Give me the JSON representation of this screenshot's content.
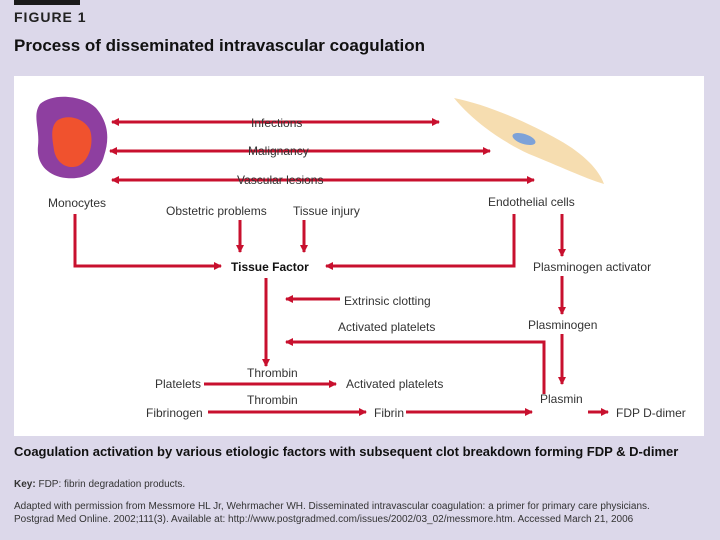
{
  "figure_label": "FIGURE 1",
  "title": "Process of disseminated intravascular coagulation",
  "nodes": {
    "infections": "Infections",
    "malignancy": "Malignancy",
    "vascular_lesions": "Vascular lesions",
    "monocytes": "Monocytes",
    "obstetric_problems": "Obstetric problems",
    "tissue_injury": "Tissue injury",
    "endothelial_cells": "Endothelial cells",
    "tissue_factor": "Tissue Factor",
    "plasminogen_activator": "Plasminogen activator",
    "extrinsic_clotting": "Extrinsic clotting",
    "activated_platelets_1": "Activated platelets",
    "plasminogen": "Plasminogen",
    "thrombin_1": "Thrombin",
    "platelets": "Platelets",
    "activated_platelets_2": "Activated platelets",
    "fibrinogen": "Fibrinogen",
    "thrombin_2": "Thrombin",
    "fibrin": "Fibrin",
    "plasmin": "Plasmin",
    "fdp_d_dimer": "FDP D-dimer"
  },
  "caption": "Coagulation activation by various etiologic factors with subsequent clot breakdown forming FDP & D-dimer",
  "key": {
    "label": "Key:",
    "text": "FDP: fibrin degradation products."
  },
  "citation": {
    "line1": "Adapted with permission from Messmore HL Jr, Wehrmacher WH. Disseminated intravascular coagulation: a primer for primary care physicians.",
    "line2": "Postgrad Med Online. 2002;111(3). Available at: http://www.postgradmed.com/issues/2002/03_02/messmore.htm. Accessed March 21, 2006"
  },
  "colors": {
    "arrow": "#c8102e",
    "background": "#dcd8ea",
    "panel": "#ffffff",
    "monocyte_outer": "#8e3fa0",
    "monocyte_inner": "#f0522e",
    "endothelial_cell": "#f6ddb0",
    "endothelial_nucleus": "#7da2d8"
  }
}
